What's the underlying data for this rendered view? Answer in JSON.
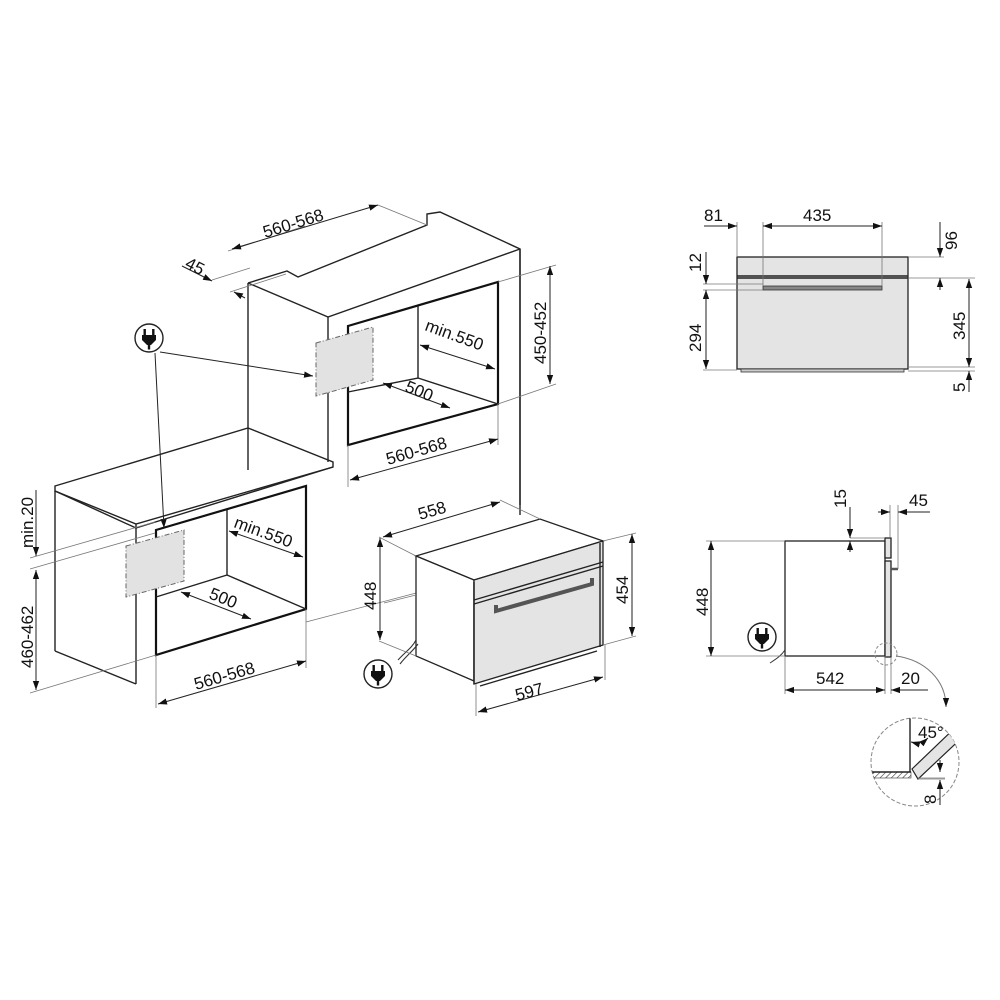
{
  "diagram": {
    "type": "built-in oven installation dimensions (mm)",
    "colors": {
      "line": "#111111",
      "panel_fill": "#e4e4e4",
      "vent_fill": "#e2e2e2",
      "background": "#ffffff"
    },
    "tall_cabinet": {
      "top_width": "560-568",
      "top_gap": "45",
      "niche_height": "450-452",
      "niche_depth": "min.550",
      "niche_floor_depth": "500",
      "niche_width": "560-568",
      "power_icon": "plug-icon"
    },
    "base_cabinet": {
      "clearance": "min.20",
      "niche_height": "460-462",
      "niche_depth": "min.550",
      "niche_floor_depth": "500",
      "niche_width": "560-568"
    },
    "appliance_iso": {
      "depth": "558",
      "body_height": "448",
      "front_height": "454",
      "front_width": "597",
      "power_icon": "plug-icon"
    },
    "front_view": {
      "handle_offset": "81",
      "handle_width": "435",
      "top_panel": "96",
      "handle_gap": "12",
      "door_height": "294",
      "lower_height": "345",
      "base_gap": "5"
    },
    "side_view": {
      "top_offset": "15",
      "handle_depth": "45",
      "height": "448",
      "body_depth": "542",
      "front_thickness": "20",
      "power_icon": "plug-icon"
    },
    "detail": {
      "angle": "45°",
      "gap": "8"
    }
  }
}
